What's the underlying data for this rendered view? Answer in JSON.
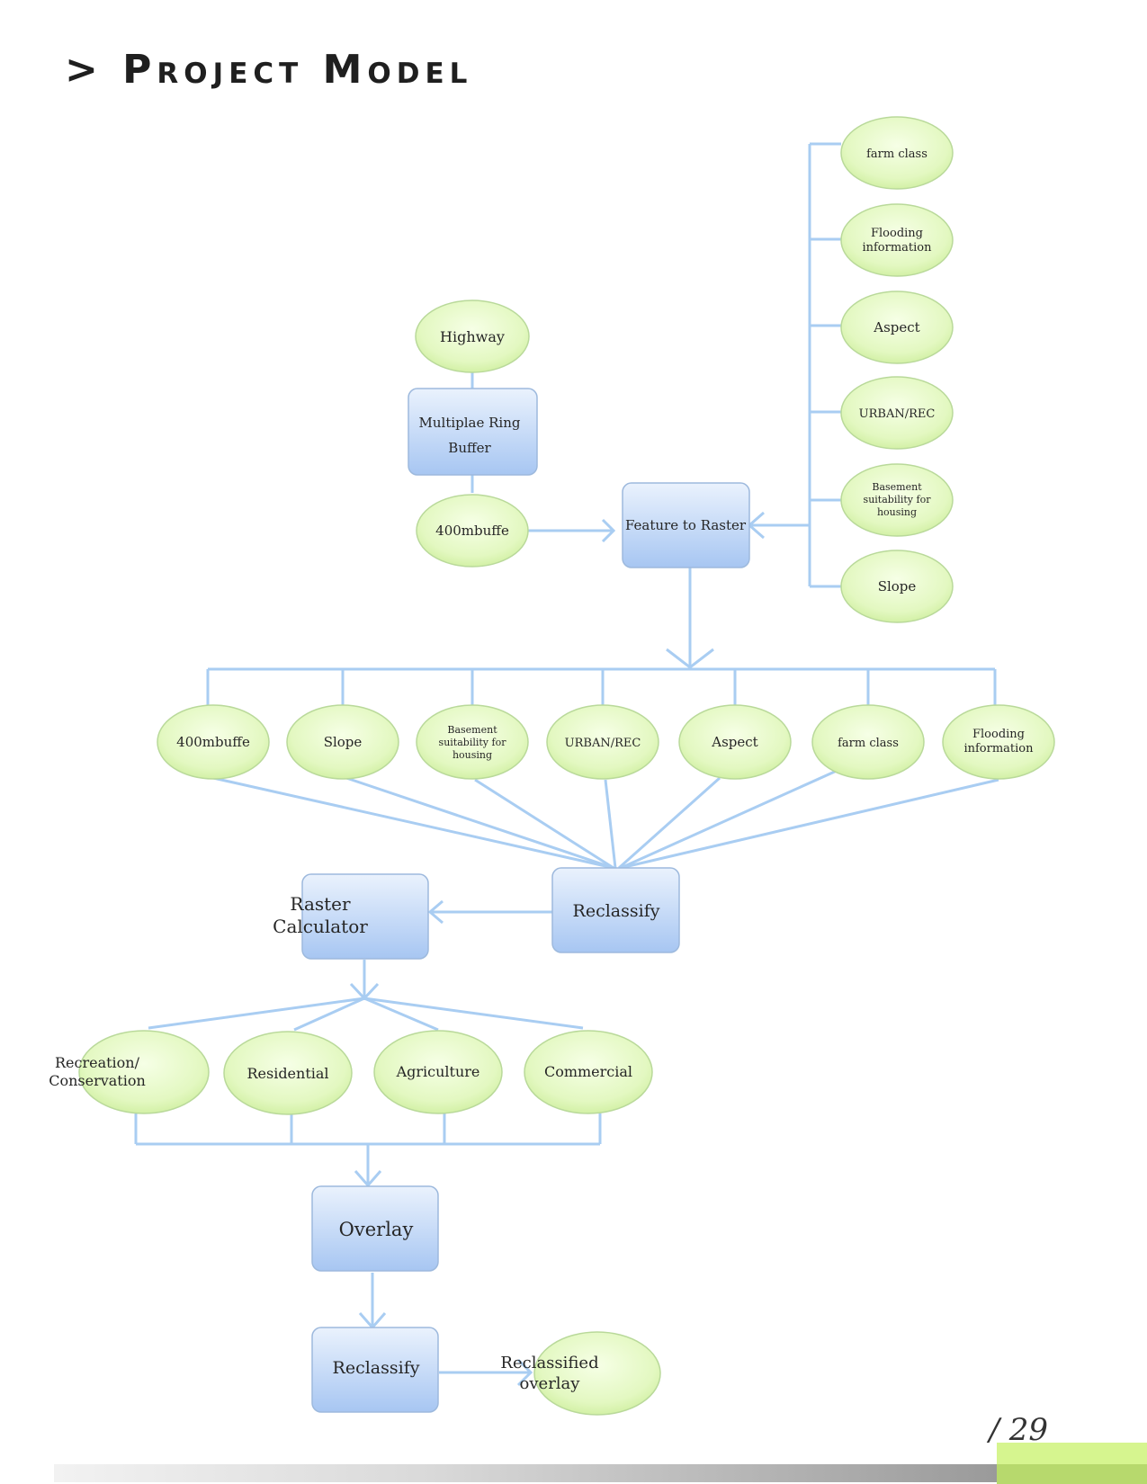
{
  "page": {
    "title": "> Project Model",
    "page_number": "/ 29"
  },
  "colors": {
    "connector": "#a9cdf2",
    "process_top": "#eaf2fd",
    "process_bottom": "#a7c6f2",
    "data_center": "#f6ffe6",
    "data_edge": "#cdee9c",
    "footer_accent": "#d6f58f"
  },
  "nodes": {
    "highway": "Highway",
    "ring_buffer": [
      "Multiplae Ring",
      "Buffer"
    ],
    "buffer_top": "400mbuffe",
    "feature_to_raster": "Feature to Raster",
    "in_farm_class": "farm class",
    "in_flooding": [
      "Flooding",
      "information"
    ],
    "in_aspect": "Aspect",
    "in_urban": "URBAN/REC",
    "in_basement": [
      "Basement",
      "suitability for",
      "housing"
    ],
    "in_slope": "Slope",
    "out_buffer": "400mbuffe",
    "out_slope": "Slope",
    "out_basement": [
      "Basement",
      "suitability for",
      "housing"
    ],
    "out_urban": "URBAN/REC",
    "out_aspect": "Aspect",
    "out_farm_class": "farm class",
    "out_flooding": [
      "Flooding",
      "information"
    ],
    "reclassify_1": "Reclassify",
    "raster_calculator": [
      "Raster",
      "Calculator"
    ],
    "recreation": [
      "Recreation/",
      "Conservation"
    ],
    "residential": "Residential",
    "agriculture": "Agriculture",
    "commercial": "Commercial",
    "overlay": "Overlay",
    "reclassify_2": "Reclassify",
    "reclassified_overlay": [
      "Reclassified",
      "overlay"
    ]
  }
}
